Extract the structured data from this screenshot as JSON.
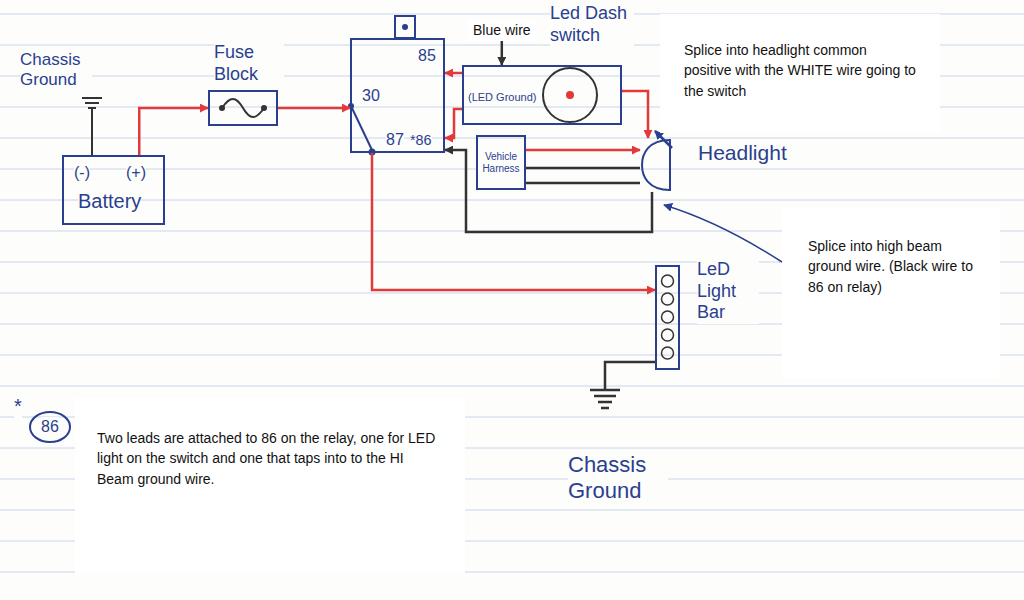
{
  "diagram": {
    "nodes": [
      {
        "text": [
          "Blue wire"
        ]
      },
      {
        "text": [
          "Led Dash switch",
          "(LED Ground)"
        ]
      },
      {
        "text": [
          "Splice into headlight common positive with the WHITE wire going to the switch"
        ]
      },
      {
        "text": [
          "Fuse Block"
        ]
      },
      {
        "text": [
          "30",
          "85",
          "87",
          "*86"
        ]
      },
      {
        "text": [
          "(-)",
          "(+)",
          "Battery"
        ]
      },
      {
        "text": [
          "Vehicle Harness"
        ]
      },
      {
        "text": [
          "Headlight"
        ]
      },
      {
        "text": [
          "Splice into high beam ground wire. (Black wire to 86 on relay)"
        ]
      },
      {
        "text": [
          "LeD Light Bar"
        ]
      },
      {
        "text": [
          "86"
        ]
      },
      {
        "text": [
          "Two leads are attached to 86 on the relay, one for LED light on the switch and one that taps into to the HI Beam ground wire."
        ]
      }
    ],
    "edges": [
      {
        "from": 5,
        "to": 3,
        "arrow": "to"
      },
      {
        "from": 3,
        "to": 4,
        "arrow": "to"
      },
      {
        "from": 4,
        "to": 9,
        "arrow": "to"
      },
      {
        "from": 1,
        "to": 4,
        "arrow": "to"
      },
      {
        "from": 1,
        "to": 4,
        "arrow": "to"
      },
      {
        "from": 1,
        "to": 7,
        "arrow": "to"
      },
      {
        "from": 6,
        "to": 7,
        "arrow": "to"
      },
      {
        "from": 6,
        "to": 7,
        "arrow": "none"
      },
      {
        "from": 6,
        "to": 7,
        "arrow": "none"
      },
      {
        "from": 7,
        "to": 4,
        "arrow": "to"
      },
      {
        "from": 0,
        "to": 1,
        "arrow": "to"
      }
    ],
    "labels": [
      "Chassis Ground",
      "*",
      "Chassis Ground"
    ]
  }
}
